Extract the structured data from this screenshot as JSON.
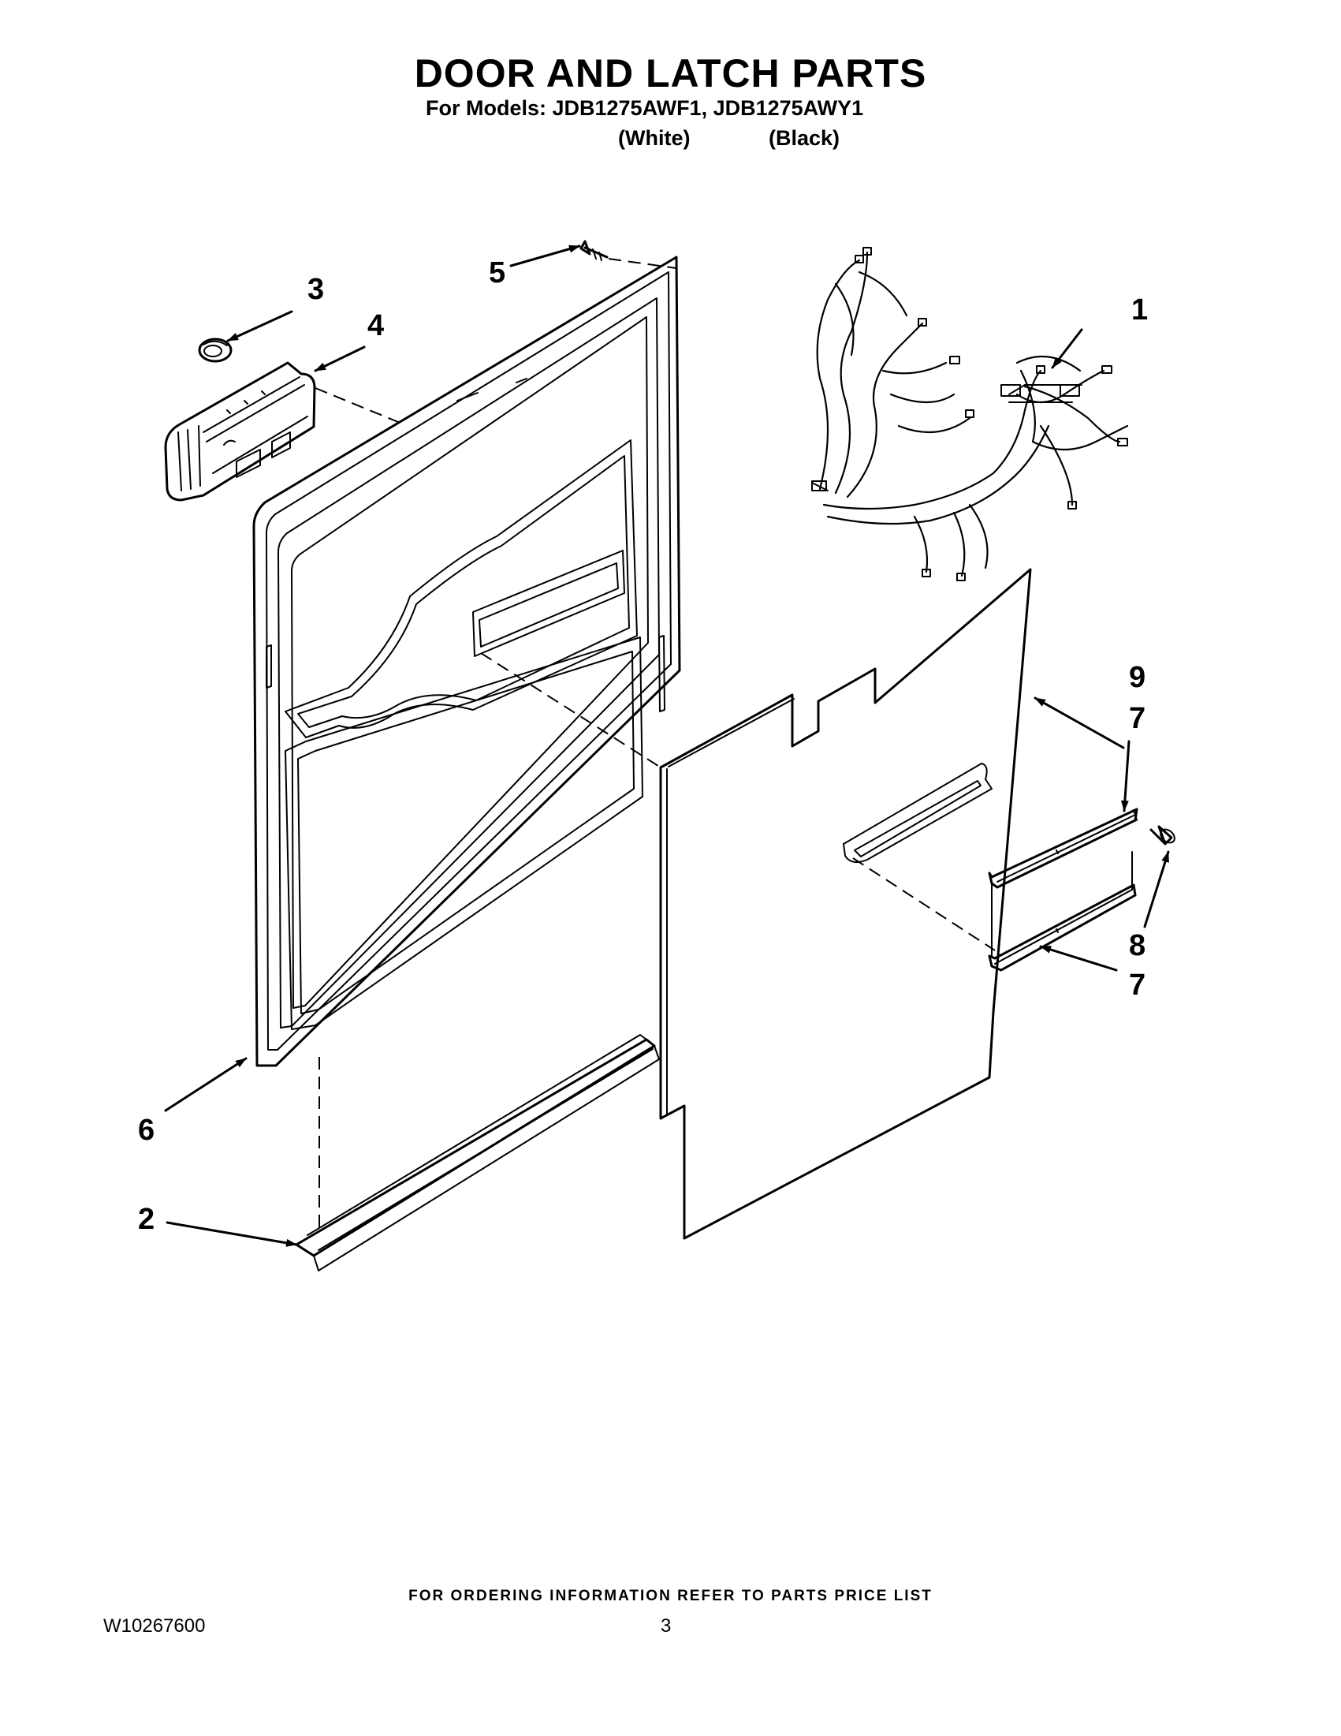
{
  "title": "DOOR AND LATCH PARTS",
  "subtitle": "For Models: JDB1275AWF1, JDB1275AWY1",
  "model_colors": [
    "(White)",
    "(Black)"
  ],
  "callouts": {
    "c1": "1",
    "c2": "2",
    "c3": "3",
    "c4": "4",
    "c5": "5",
    "c6": "6",
    "c7a": "7",
    "c7b": "7",
    "c8": "8",
    "c9": "9"
  },
  "footer_note": "FOR ORDERING INFORMATION REFER TO PARTS PRICE LIST",
  "doc_number": "W10267600",
  "page_number": "3"
}
